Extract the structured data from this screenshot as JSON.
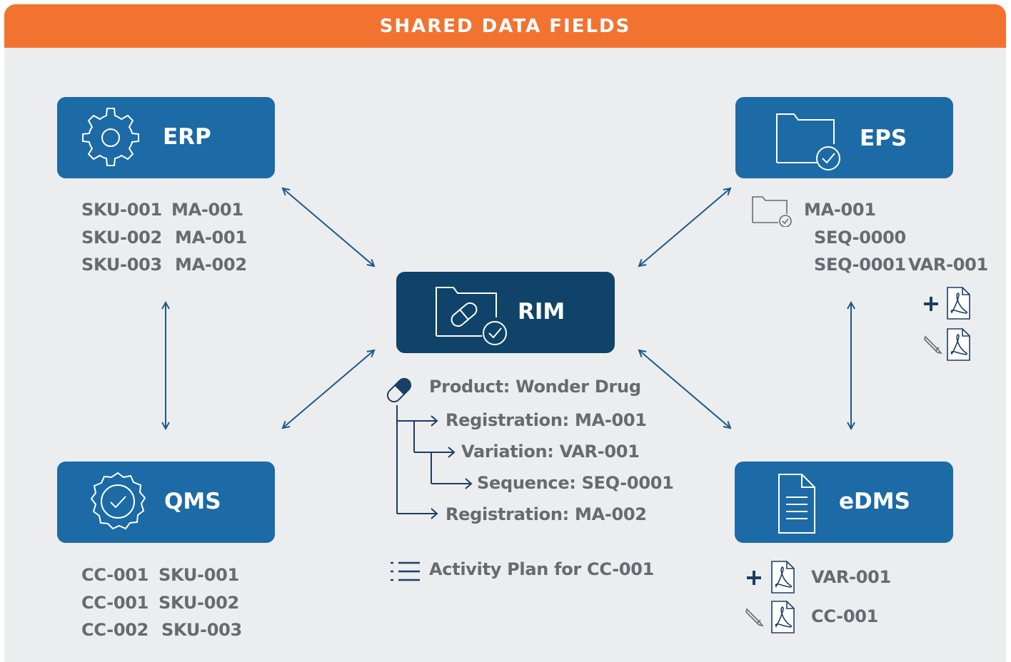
{
  "header": {
    "title": "SHARED DATA FIELDS"
  },
  "colors": {
    "header_orange": "#f27330",
    "box_blue": "#1c6aa6",
    "box_dark": "#0f4369",
    "panel_bg": "#ecedef",
    "text_gray": "#676a70",
    "arrow_blue": "#1b5a8a"
  },
  "systems": {
    "erp": {
      "label": "ERP",
      "icon": "gear-icon"
    },
    "eps": {
      "label": "EPS",
      "icon": "folder-check-icon"
    },
    "rim": {
      "label": "RIM",
      "icon": "folder-pill-check-icon"
    },
    "qms": {
      "label": "QMS",
      "icon": "badge-check-icon"
    },
    "edms": {
      "label": "eDMS",
      "icon": "document-icon"
    }
  },
  "erp_fields": [
    {
      "sku": "SKU-001",
      "ma": "MA-001"
    },
    {
      "sku": "SKU-002",
      "ma": "MA-001"
    },
    {
      "sku": "SKU-003",
      "ma": "MA-002"
    }
  ],
  "qms_fields": [
    {
      "cc": "CC-001",
      "sku": "SKU-001"
    },
    {
      "cc": "CC-001",
      "sku": "SKU-002"
    },
    {
      "cc": "CC-002",
      "sku": "SKU-003"
    }
  ],
  "eps_fields": {
    "ma": "MA-001",
    "seq0": "SEQ-0000",
    "seq1": "SEQ-0001",
    "var": "VAR-001",
    "icons": [
      "folder-check-icon",
      "plus-icon",
      "pdf-icon",
      "pencil-icon",
      "pdf-icon"
    ]
  },
  "rim_tree": {
    "product": "Product: Wonder Drug",
    "registration_1": "Registration: MA-001",
    "variation": "Variation: VAR-001",
    "sequence": "Sequence: SEQ-0001",
    "registration_2": "Registration: MA-002",
    "activity_plan": "Activity Plan for CC-001",
    "icons": [
      "pill-icon",
      "list-icon"
    ]
  },
  "edms_fields": {
    "new_doc": "VAR-001",
    "edited_doc": "CC-001",
    "icons": [
      "plus-icon",
      "pdf-icon",
      "pencil-icon",
      "pdf-icon"
    ]
  }
}
